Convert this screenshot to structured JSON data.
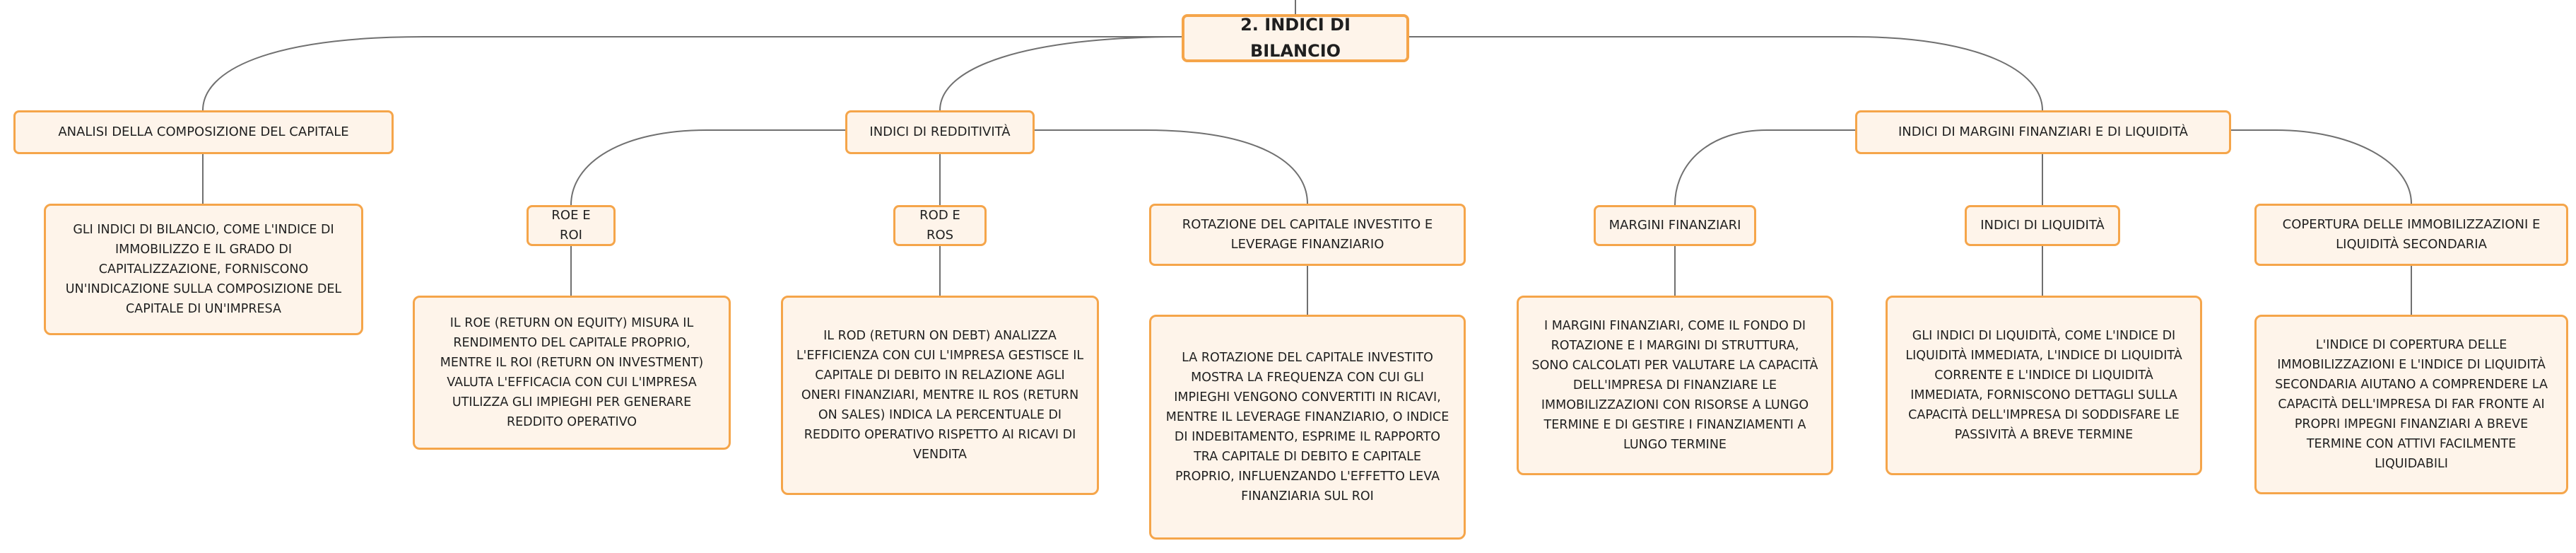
{
  "colors": {
    "node_border": "#f5a54a",
    "node_fill": "#fef4ea",
    "connector": "#707070",
    "text": "#1f1f1f"
  },
  "root": {
    "label": "2. INDICI DI BILANCIO"
  },
  "branches": {
    "composition": {
      "label": "ANALISI DELLA COMPOSIZIONE DEL CAPITALE",
      "description": "GLI INDICI DI BILANCIO, COME L'INDICE DI IMMOBILIZZO E IL GRADO DI CAPITALIZZAZIONE, FORNISCONO UN'INDICAZIONE SULLA COMPOSIZIONE DEL CAPITALE DI UN'IMPRESA"
    },
    "profitability": {
      "label": "INDICI DI REDDITIVITÀ",
      "children": {
        "roe_roi": {
          "label": "ROE E ROI",
          "description": "IL ROE (RETURN ON EQUITY) MISURA IL RENDIMENTO DEL CAPITALE PROPRIO, MENTRE IL ROI (RETURN ON INVESTMENT) VALUTA L'EFFICACIA CON CUI L'IMPRESA UTILIZZA GLI IMPIEGHI PER GENERARE REDDITO OPERATIVO"
        },
        "rod_ros": {
          "label": "ROD E ROS",
          "description": "IL ROD (RETURN ON DEBT) ANALIZZA L'EFFICIENZA CON CUI L'IMPRESA GESTISCE IL CAPITALE DI DEBITO IN RELAZIONE AGLI ONERI FINANZIARI, MENTRE IL ROS (RETURN ON SALES) INDICA LA PERCENTUALE DI REDDITO OPERATIVO RISPETTO AI RICAVI DI VENDITA"
        },
        "rotation": {
          "label": "ROTAZIONE DEL CAPITALE INVESTITO E LEVERAGE FINANZIARIO",
          "description": "LA ROTAZIONE DEL CAPITALE INVESTITO MOSTRA LA FREQUENZA CON CUI GLI IMPIEGHI VENGONO CONVERTITI IN RICAVI, MENTRE IL LEVERAGE FINANZIARIO, O INDICE DI INDEBITAMENTO, ESPRIME IL RAPPORTO TRA CAPITALE DI DEBITO E CAPITALE PROPRIO, INFLUENZANDO L'EFFETTO LEVA FINANZIARIA SUL ROI"
        }
      }
    },
    "margins": {
      "label": "INDICI DI MARGINI FINANZIARI E DI LIQUIDITÀ",
      "children": {
        "financial_margins": {
          "label": "MARGINI FINANZIARI",
          "description": "I MARGINI FINANZIARI, COME IL FONDO DI ROTAZIONE E I MARGINI DI STRUTTURA, SONO CALCOLATI PER VALUTARE LA CAPACITÀ DELL'IMPRESA DI FINANZIARE LE IMMOBILIZZAZIONI CON RISORSE A LUNGO TERMINE E DI GESTIRE I FINANZIAMENTI A LUNGO TERMINE"
        },
        "liquidity": {
          "label": "INDICI DI LIQUIDITÀ",
          "description": "GLI INDICI DI LIQUIDITÀ, COME L'INDICE DI LIQUIDITÀ IMMEDIATA, L'INDICE DI LIQUIDITÀ CORRENTE E L'INDICE DI LIQUIDITÀ IMMEDIATA, FORNISCONO DETTAGLI SULLA CAPACITÀ DELL'IMPRESA DI SODDISFARE LE PASSIVITÀ A BREVE TERMINE"
        },
        "coverage": {
          "label": "COPERTURA DELLE IMMOBILIZZAZIONI E LIQUIDITÀ SECONDARIA",
          "description": "L'INDICE DI COPERTURA DELLE IMMOBILIZZAZIONI E L'INDICE DI LIQUIDITÀ SECONDARIA AIUTANO A COMPRENDERE LA CAPACITÀ DELL'IMPRESA DI FAR FRONTE AI PROPRI IMPEGNI FINANZIARI A BREVE TERMINE CON ATTIVI FACILMENTE LIQUIDABILI"
        }
      }
    }
  }
}
